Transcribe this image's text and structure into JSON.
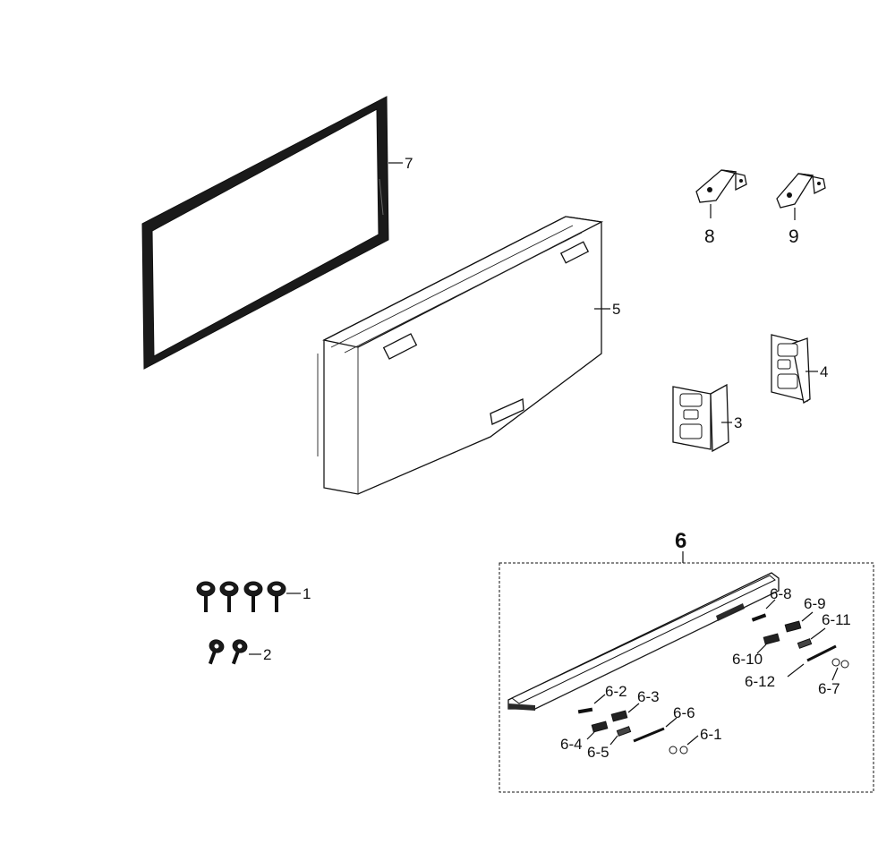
{
  "parts": {
    "p1": "1",
    "p2": "2",
    "p3": "3",
    "p4": "4",
    "p5": "5",
    "p6": "6",
    "p7": "7",
    "p8": "8",
    "p9": "9"
  },
  "sub_parts": {
    "s1": "6-1",
    "s2": "6-2",
    "s3": "6-3",
    "s4": "6-4",
    "s5": "6-5",
    "s6": "6-6",
    "s7": "6-7",
    "s8": "6-8",
    "s9": "6-9",
    "s10": "6-10",
    "s11": "6-11",
    "s12": "6-12"
  }
}
